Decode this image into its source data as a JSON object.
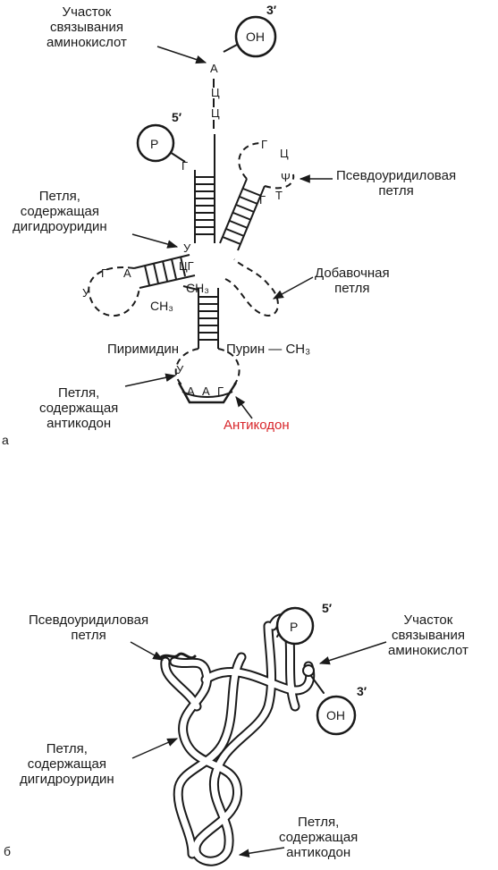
{
  "panel_a": {
    "letter": "а",
    "labels": {
      "amino_site": [
        "Участок",
        "связывания",
        "аминокислот"
      ],
      "pseudouridine_loop": [
        "Псевдоуридиловая",
        "петля"
      ],
      "dihydrouridine_loop": [
        "Петля,",
        "содержащая",
        "дигидроуридин"
      ],
      "extra_loop": [
        "Добавочная",
        "петля"
      ],
      "pyrimidine": "Пиримидин",
      "purine": "Пурин — CH₃",
      "anticodon_loop": [
        "Петля,",
        "содержащая",
        "антикодон"
      ],
      "anticodon": "Антикодон",
      "oh": "OH",
      "p": "P",
      "three_prime": "3′",
      "five_prime": "5′",
      "ch3_a": "CH₃",
      "ch3_b": "CH₃"
    },
    "bases": {
      "acceptor": [
        "А",
        "Ц",
        "Ц"
      ],
      "five_g": "Г",
      "t_loop": [
        "Г",
        "Ц",
        "Ψ",
        "Г",
        "Т"
      ],
      "d_loop": [
        "У",
        "Г",
        "А"
      ],
      "junction": [
        "У",
        "ЦГ"
      ],
      "anticodon_u": "У",
      "anticodon": [
        "А",
        "А",
        "Г"
      ]
    },
    "colors": {
      "anticodon": "#d8262b",
      "ink": "#1a1a1a"
    }
  },
  "panel_b": {
    "letter": "б",
    "labels": {
      "pseudouridine_loop": [
        "Псевдоуридиловая",
        "петля"
      ],
      "amino_site": [
        "Участок",
        "связывания",
        "аминокислот"
      ],
      "dihydrouridine_loop": [
        "Петля,",
        "содержащая",
        "дигидроуридин"
      ],
      "anticodon_loop": [
        "Петля,",
        "содержащая",
        "антикодон"
      ],
      "p": "P",
      "oh": "OH",
      "three_prime": "3′",
      "five_prime": "5′"
    }
  }
}
